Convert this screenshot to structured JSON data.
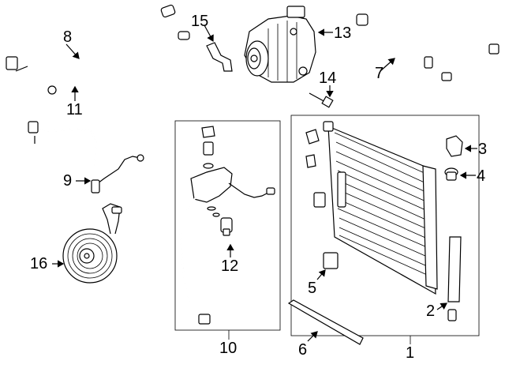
{
  "callouts": {
    "c1": "1",
    "c2": "2",
    "c3": "3",
    "c4": "4",
    "c5": "5",
    "c6": "6",
    "c7": "7",
    "c8": "8",
    "c9": "9",
    "c10": "10",
    "c11": "11",
    "c12": "12",
    "c13": "13",
    "c14": "14",
    "c15": "15",
    "c16": "16"
  },
  "colors": {
    "line": "#000000",
    "background": "#ffffff"
  }
}
